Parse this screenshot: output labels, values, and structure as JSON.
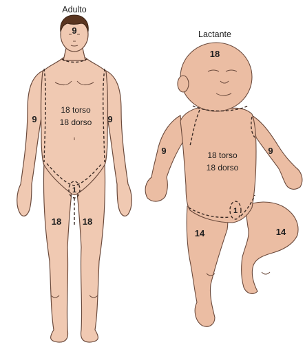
{
  "adult": {
    "title": "Adulto",
    "head": "9",
    "left_arm": "9",
    "right_arm": "9",
    "torso_front": "18 torso",
    "torso_back": "18 dorso",
    "perineum": "1",
    "left_leg": "18",
    "right_leg": "18"
  },
  "infant": {
    "title": "Lactante",
    "head": "18",
    "left_arm": "9",
    "right_arm": "9",
    "torso_front": "18 torso",
    "torso_back": "18 dorso",
    "perineum": "1",
    "left_leg": "14",
    "right_leg": "14"
  }
}
